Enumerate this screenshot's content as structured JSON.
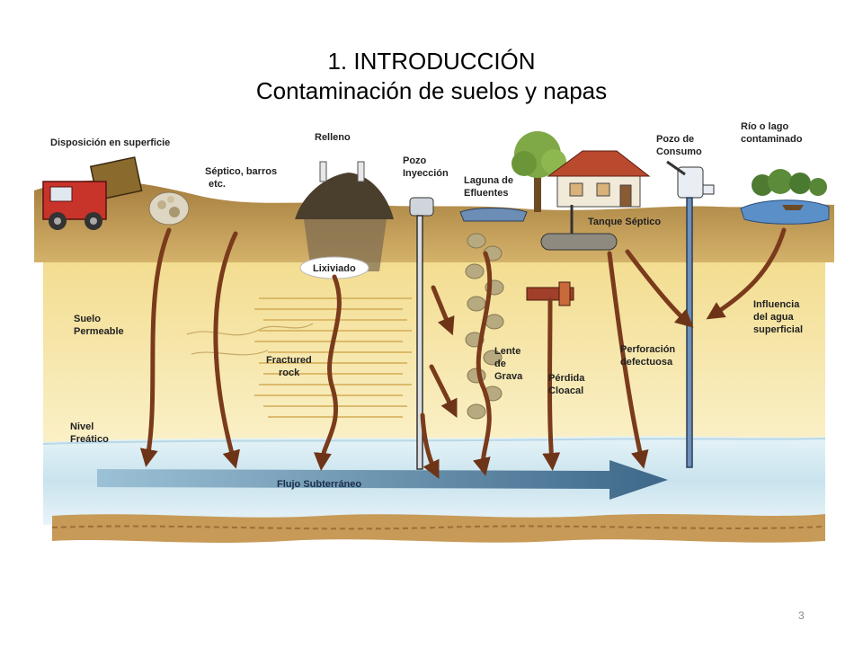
{
  "slide": {
    "title_line1": "1. INTRODUCCIÓN",
    "title_line2": "Contaminación de suelos y napas",
    "page_number": "3"
  },
  "diagram": {
    "labels": {
      "disposicion": "Disposición en superficie",
      "septico_1": "Séptico, barros",
      "septico_2": "etc.",
      "relleno": "Relleno",
      "pozo_iny_1": "Pozo",
      "pozo_iny_2": "Inyección",
      "laguna_1": "Laguna de",
      "laguna_2": "Efluentes",
      "pozo_consumo_1": "Pozo de",
      "pozo_consumo_2": "Consumo",
      "rio_1": "Río o lago",
      "rio_2": "contaminado",
      "tanque": "Tanque Séptico",
      "lixiviado": "Lixiviado",
      "suelo_1": "Suelo",
      "suelo_2": "Permeable",
      "fractured_1": "Fractured",
      "fractured_2": "rock",
      "lente_1": "Lente",
      "lente_2": "de",
      "lente_3": "Grava",
      "perdida_1": "Pérdida",
      "perdida_2": "Cloacal",
      "perforacion_1": "Perforación",
      "perforacion_2": "defectuosa",
      "influencia_1": "Influencia",
      "influencia_2": "del agua",
      "influencia_3": "superficial",
      "nivel_1": "Nivel",
      "nivel_2": "Freático",
      "flujo": "Flujo Subterráneo"
    },
    "colors": {
      "soil_top": "#b8944e",
      "soil_yellow": "#f6e7a6",
      "aquifer": "#d7ecf2",
      "flow_arrow": "#3f6a8a",
      "arrow_brown": "#7a3b1c",
      "bedrock": "#c49a5c",
      "water": "#5a8fc8"
    },
    "icons": [
      "truck-icon",
      "landfill-mound-icon",
      "injection-well-icon",
      "effluent-lagoon-icon",
      "tree-icon",
      "house-icon",
      "septic-tank-icon",
      "water-pump-icon",
      "lake-icon",
      "boat-icon"
    ]
  }
}
